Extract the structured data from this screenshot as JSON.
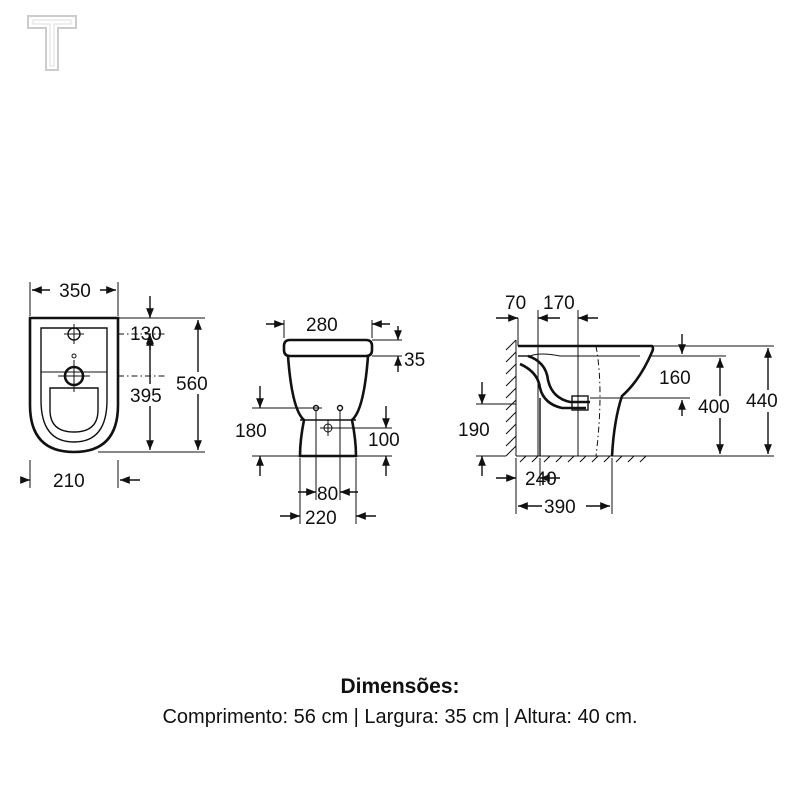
{
  "logo": {
    "letter": "T"
  },
  "views": {
    "top": {
      "width": "350",
      "front_offset": "130",
      "hole_spacing": "395",
      "length": "560",
      "front_width": "210"
    },
    "front": {
      "width": "280",
      "rim": "35",
      "hole_height": "180",
      "pipe_height": "100",
      "hole_spacing": "80",
      "base_width": "220"
    },
    "side": {
      "wall_offset": "70",
      "outlet_offset": "170",
      "bowl_drop": "160",
      "rim_height": "400",
      "total_height": "440",
      "outlet_height": "190",
      "base_depth": "240",
      "total_depth": "390"
    }
  },
  "caption": {
    "heading": "Dimensões:",
    "details": "Comprimento: 56 cm | Largura: 35 cm | Altura: 40 cm."
  },
  "colors": {
    "ink": "#111111",
    "background": "#ffffff",
    "logo": "#cccccc"
  }
}
